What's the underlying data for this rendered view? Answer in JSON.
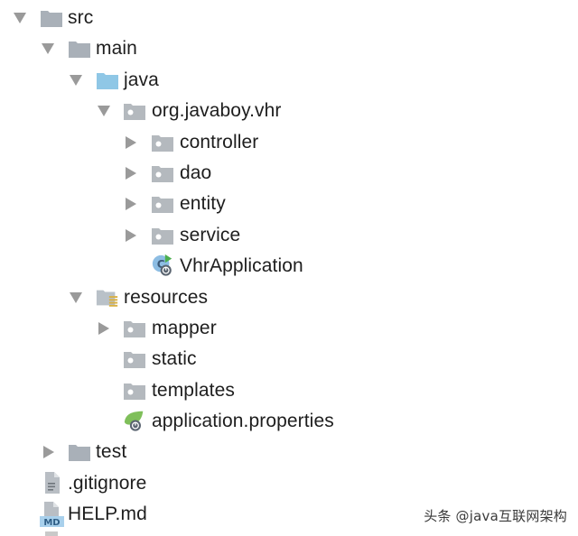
{
  "project_tree": {
    "items": [
      {
        "label": "src",
        "type": "folder",
        "expanded": true,
        "depth": 0
      },
      {
        "label": "main",
        "type": "folder",
        "expanded": true,
        "depth": 1
      },
      {
        "label": "java",
        "type": "source-folder",
        "expanded": true,
        "depth": 2
      },
      {
        "label": "org.javaboy.vhr",
        "type": "package",
        "expanded": true,
        "depth": 3
      },
      {
        "label": "controller",
        "type": "package",
        "expanded": false,
        "depth": 4
      },
      {
        "label": "dao",
        "type": "package",
        "expanded": false,
        "depth": 4
      },
      {
        "label": "entity",
        "type": "package",
        "expanded": false,
        "depth": 4
      },
      {
        "label": "service",
        "type": "package",
        "expanded": false,
        "depth": 4
      },
      {
        "label": "VhrApplication",
        "type": "spring-boot-class",
        "depth": 4
      },
      {
        "label": "resources",
        "type": "resources-folder",
        "expanded": true,
        "depth": 2
      },
      {
        "label": "mapper",
        "type": "package",
        "expanded": false,
        "depth": 3
      },
      {
        "label": "static",
        "type": "package",
        "depth": 3
      },
      {
        "label": "templates",
        "type": "package",
        "depth": 3
      },
      {
        "label": "application.properties",
        "type": "spring-properties",
        "depth": 3
      },
      {
        "label": "test",
        "type": "folder",
        "expanded": false,
        "depth": 1
      },
      {
        "label": ".gitignore",
        "type": "text-file",
        "depth": 0
      },
      {
        "label": "HELP.md",
        "type": "markdown-file",
        "depth": 0
      }
    ]
  },
  "icons": {
    "md_badge": "MD"
  },
  "colors": {
    "folder_gray": "#a9b0b8",
    "source_folder_blue": "#8fc7e6",
    "package_gray": "#b4b9be",
    "arrow_gray": "#9a9a9a",
    "spring_green": "#6db33f",
    "resources_lines": "#d9b040"
  },
  "watermark": {
    "text": "头条 @java互联网架构"
  }
}
